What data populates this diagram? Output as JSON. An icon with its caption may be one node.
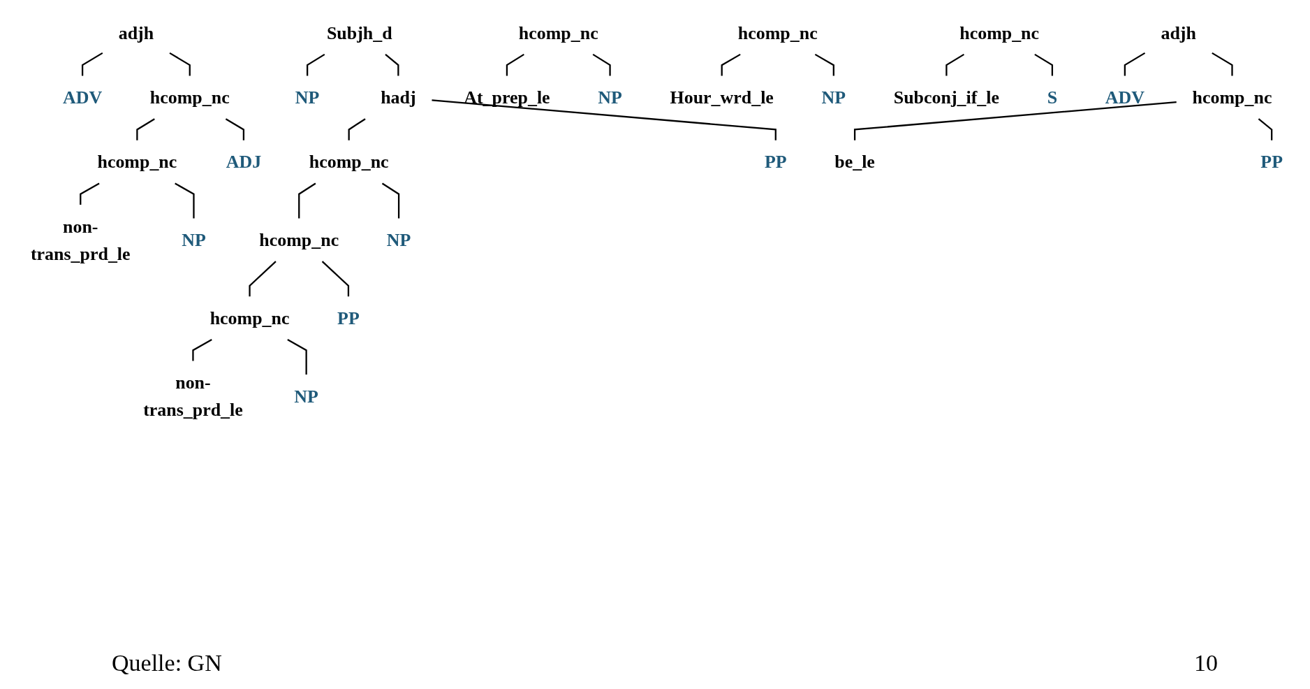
{
  "diagram": {
    "nodes": [
      {
        "text": [
          "adjh"
        ]
      },
      {
        "text": [
          "ADV"
        ]
      },
      {
        "text": [
          "hcomp_nc"
        ]
      },
      {
        "text": [
          "hcomp_nc"
        ]
      },
      {
        "text": [
          "ADJ"
        ]
      },
      {
        "text": [
          "non-trans_prd_le"
        ]
      },
      {
        "text": [
          "NP"
        ]
      },
      {
        "text": [
          "Subjh_d"
        ]
      },
      {
        "text": [
          "NP"
        ]
      },
      {
        "text": [
          "hadj"
        ]
      },
      {
        "text": [
          "hcomp_nc"
        ]
      },
      {
        "text": [
          "PP"
        ]
      },
      {
        "text": [
          "hcomp_nc"
        ]
      },
      {
        "text": [
          "NP"
        ]
      },
      {
        "text": [
          "hcomp_nc"
        ]
      },
      {
        "text": [
          "PP"
        ]
      },
      {
        "text": [
          "non-trans_prd_le"
        ]
      },
      {
        "text": [
          "NP"
        ]
      },
      {
        "text": [
          "hcomp_nc"
        ]
      },
      {
        "text": [
          "At_prep_le"
        ]
      },
      {
        "text": [
          "NP"
        ]
      },
      {
        "text": [
          "hcomp_nc"
        ]
      },
      {
        "text": [
          "Hour_wrd_le"
        ]
      },
      {
        "text": [
          "NP"
        ]
      },
      {
        "text": [
          "hcomp_nc"
        ]
      },
      {
        "text": [
          "Subconj_if_le"
        ]
      },
      {
        "text": [
          "S"
        ]
      },
      {
        "text": [
          "adjh"
        ]
      },
      {
        "text": [
          "ADV"
        ]
      },
      {
        "text": [
          "hcomp_nc"
        ]
      },
      {
        "text": [
          "be_le"
        ]
      },
      {
        "text": [
          "PP"
        ]
      }
    ],
    "edges": [
      {
        "from": 0,
        "to": 1,
        "arrow": "none"
      },
      {
        "from": 0,
        "to": 2,
        "arrow": "none"
      },
      {
        "from": 2,
        "to": 3,
        "arrow": "none"
      },
      {
        "from": 2,
        "to": 4,
        "arrow": "none"
      },
      {
        "from": 3,
        "to": 5,
        "arrow": "none"
      },
      {
        "from": 3,
        "to": 6,
        "arrow": "none"
      },
      {
        "from": 7,
        "to": 8,
        "arrow": "none"
      },
      {
        "from": 7,
        "to": 9,
        "arrow": "none"
      },
      {
        "from": 9,
        "to": 10,
        "arrow": "none"
      },
      {
        "from": 9,
        "to": 11,
        "arrow": "none"
      },
      {
        "from": 10,
        "to": 12,
        "arrow": "none"
      },
      {
        "from": 10,
        "to": 13,
        "arrow": "none"
      },
      {
        "from": 12,
        "to": 14,
        "arrow": "none"
      },
      {
        "from": 12,
        "to": 15,
        "arrow": "none"
      },
      {
        "from": 14,
        "to": 16,
        "arrow": "none"
      },
      {
        "from": 14,
        "to": 17,
        "arrow": "none"
      },
      {
        "from": 18,
        "to": 19,
        "arrow": "none"
      },
      {
        "from": 18,
        "to": 20,
        "arrow": "none"
      },
      {
        "from": 21,
        "to": 22,
        "arrow": "none"
      },
      {
        "from": 21,
        "to": 23,
        "arrow": "none"
      },
      {
        "from": 24,
        "to": 25,
        "arrow": "none"
      },
      {
        "from": 24,
        "to": 26,
        "arrow": "none"
      },
      {
        "from": 27,
        "to": 28,
        "arrow": "none"
      },
      {
        "from": 27,
        "to": 29,
        "arrow": "none"
      },
      {
        "from": 29,
        "to": 30,
        "arrow": "none"
      },
      {
        "from": 29,
        "to": 31,
        "arrow": "none"
      }
    ],
    "labels": [
      "Quelle: GN",
      "10"
    ]
  }
}
